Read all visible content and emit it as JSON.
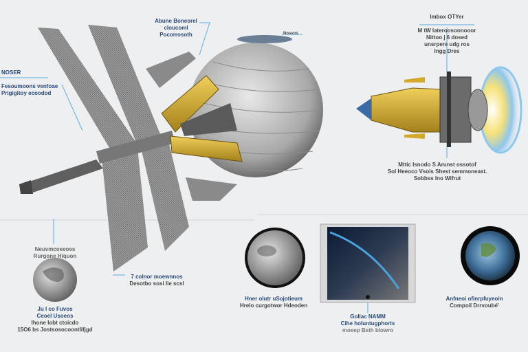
{
  "colors": {
    "background": "#eeeff0",
    "label_blue": "#2b4a7a",
    "leader_line": "#5aaee0",
    "gold": "#d4a92a",
    "hull": "#b8b8b8"
  },
  "labels": {
    "top_center": [
      "Abune Boneorel",
      "cloucoml",
      "Pocorrosoth"
    ],
    "sphere_top": "Nosvos",
    "left_heading": "NOSER",
    "left_body": [
      "Fesoumoons venfoae",
      "Prigigitoy ecoodod"
    ],
    "right_heading": "Imbox OTYer",
    "right_body": [
      "M tW lateroosoonooor",
      "Nittoo j 6 dosed",
      "unsrpere udg ros",
      "Ingg Dres"
    ],
    "engine_caption": [
      "Mttic Isnodo S Arunst ossotof",
      "Sol Heeoco Vsois Shest semmoneast.",
      "Sobbss Ino Wifrut"
    ],
    "moon_left_top": [
      "Neuvmcoeeoes",
      "Rurgone Hiquon"
    ],
    "moon_left_bottom": [
      "Ju I co Fuvos",
      "Ceoel Usoeos",
      "Ihone Iobt ctoicdo",
      "15O6 bs Jostsosocoontlifjgd"
    ],
    "panel_caption": [
      "7 colnor moewnnos",
      "Desotbo sosi lie scsl"
    ],
    "moon_center_caption": [
      "Hner olutr uSojotieum",
      "Hrelo curgotwor Hdeoden"
    ],
    "screen_caption": [
      "Gollac NAMM",
      "Cihe holuntugphorts",
      "moeep Bsth blowro"
    ],
    "earth_caption": [
      "Anfneoi ofinrpfuyeoin",
      "Compoil Drrvoubé'"
    ]
  },
  "icons": [
    "spacecraft-illustration",
    "engine-illustration",
    "moon-image",
    "crater-image",
    "earth-orbit-screen",
    "earth-globe"
  ]
}
